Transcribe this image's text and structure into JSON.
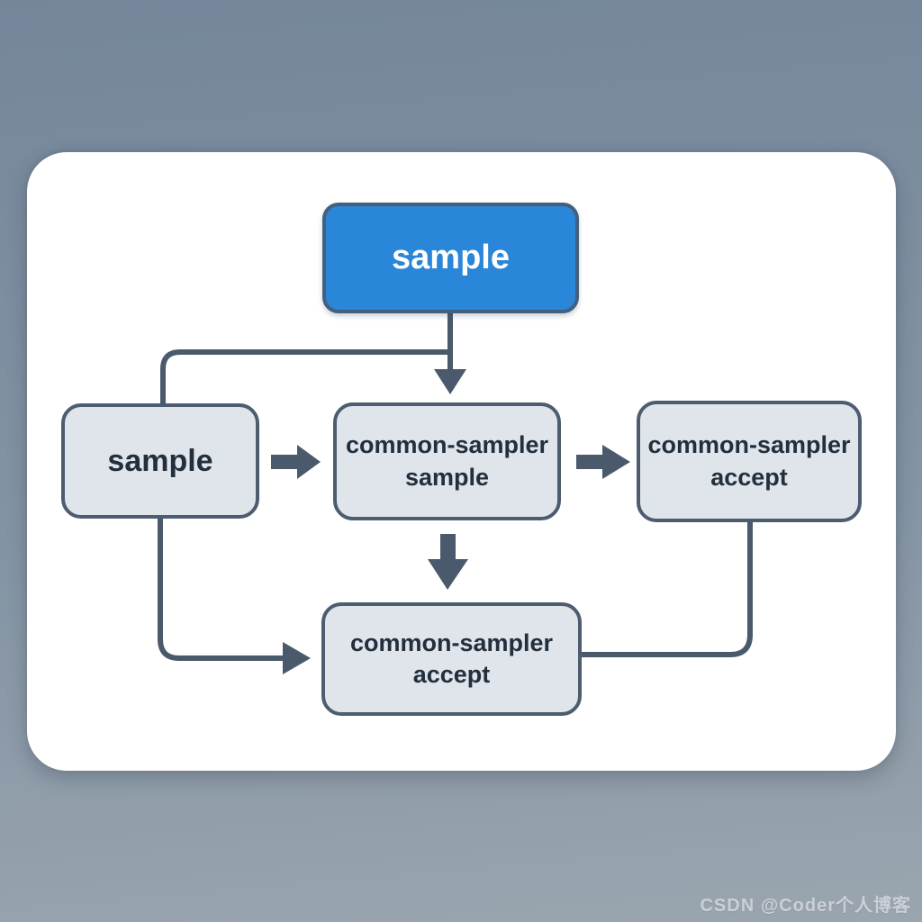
{
  "diagram": {
    "nodes": {
      "top": {
        "label": "sample",
        "type": "primary"
      },
      "left": {
        "label": "sample",
        "type": "default"
      },
      "middle": {
        "line1": "common-sampler",
        "line2": "sample",
        "type": "default"
      },
      "right": {
        "line1": "common-sampler",
        "line2": "accept",
        "type": "default"
      },
      "bottom": {
        "line1": "common-sampler",
        "line2": "accept",
        "type": "default"
      }
    },
    "edges": [
      {
        "from": "top",
        "to": "middle",
        "style": "thin-line-arrow"
      },
      {
        "from": "top",
        "to": "left",
        "style": "thin-line"
      },
      {
        "from": "left",
        "to": "middle",
        "style": "block-arrow"
      },
      {
        "from": "middle",
        "to": "right",
        "style": "block-arrow"
      },
      {
        "from": "middle",
        "to": "bottom",
        "style": "block-arrow"
      },
      {
        "from": "left",
        "to": "bottom",
        "style": "thin-line-arrow"
      },
      {
        "from": "right",
        "to": "bottom",
        "style": "thin-line"
      }
    ],
    "colors": {
      "background_top": "#75869b",
      "background_bottom": "#9aa5af",
      "card_bg": "#ffffff",
      "node_fill": "#dfe5eb",
      "node_border": "#4d5d6f",
      "node_text": "#232f3d",
      "primary_fill": "#2a86d8",
      "primary_border": "#43607e",
      "primary_text": "#ffffff",
      "connector": "#4a5a6c"
    }
  },
  "watermark": {
    "text": "CSDN @Coder个人博客"
  }
}
